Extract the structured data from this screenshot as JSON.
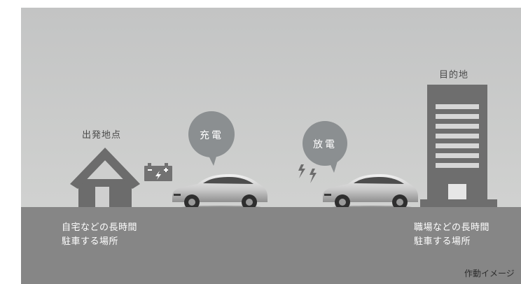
{
  "start_point": {
    "title": "出発地点",
    "description_line1": "自宅などの長時間",
    "description_line2": "駐車する場所"
  },
  "destination": {
    "title": "目的地",
    "description_line1": "職場などの長時間",
    "description_line2": "駐車する場所"
  },
  "bubbles": {
    "charge": "充電",
    "discharge": "放電"
  },
  "caption": "作動イメージ",
  "colors": {
    "background": "#c8c9c8",
    "ground": "#868686",
    "building": "#6e6e6e",
    "bubble": "#8b8f91",
    "text_dark": "#4a4a4a",
    "text_light": "#ffffff"
  },
  "icons": [
    "house-icon",
    "battery-icon",
    "car-icon",
    "lightning-icon",
    "building-icon"
  ]
}
